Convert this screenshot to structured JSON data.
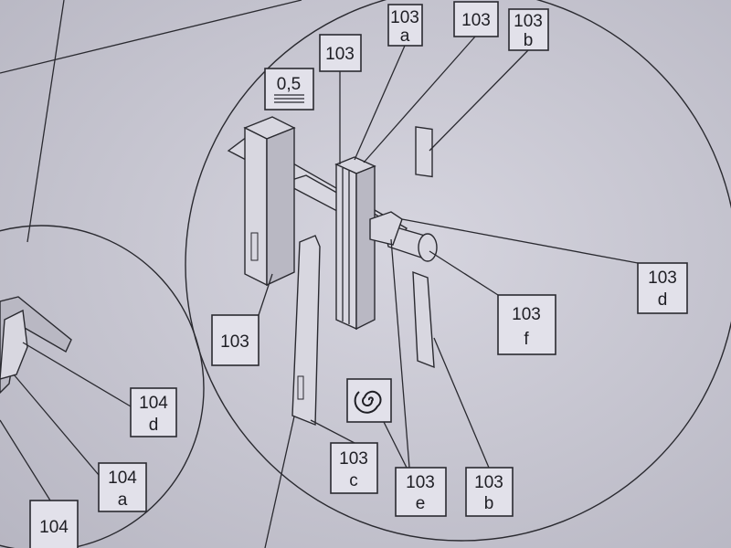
{
  "diagram": {
    "labels": {
      "top_103a": {
        "num": "103",
        "sub": "a"
      },
      "top_103": {
        "num": "103"
      },
      "top_103b": {
        "num": "103",
        "sub": "b"
      },
      "upper_103": {
        "num": "103"
      },
      "thickness": {
        "value": "0,5"
      },
      "left_103": {
        "num": "103"
      },
      "right_103d": {
        "num": "103",
        "sub": "d"
      },
      "right_103f": {
        "num": "103",
        "sub": "f"
      },
      "bottom_103c": {
        "num": "103",
        "sub": "c"
      },
      "bottom_103e": {
        "num": "103",
        "sub": "e"
      },
      "bottom_103b": {
        "num": "103",
        "sub": "b"
      },
      "left_104d": {
        "num": "104",
        "sub": "d"
      },
      "left_104a": {
        "num": "104",
        "sub": "a"
      },
      "left_104": {
        "num": "104"
      }
    },
    "icons": [
      "thickness-lines-icon",
      "roll-spiral-icon"
    ]
  }
}
